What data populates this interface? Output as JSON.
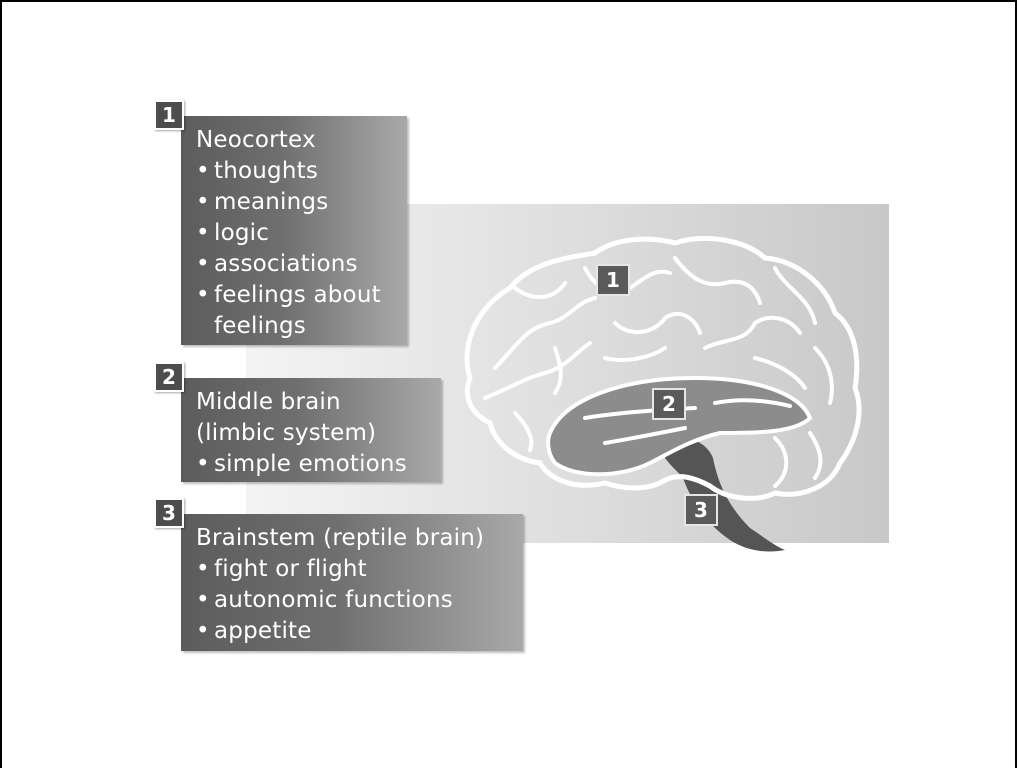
{
  "sections": [
    {
      "number": "1",
      "title": "Neocortex",
      "items": [
        "thoughts",
        "meanings",
        "logic",
        "associations",
        "feelings about",
        "feelings"
      ]
    },
    {
      "number": "2",
      "title": "Middle brain",
      "subtitle": "(limbic system)",
      "items": [
        "simple emotions"
      ]
    },
    {
      "number": "3",
      "title": "Brainstem (reptile brain)",
      "items": [
        "fight or flight",
        "autonomic functions",
        "appetite"
      ]
    }
  ],
  "brain_labels": [
    "1",
    "2",
    "3"
  ],
  "bullet_char": "•",
  "colors": {
    "card_dark": "#5c5c5c",
    "card_light": "#a9a9a9",
    "brain_outline": "#ffffff",
    "limbic_fill": "#8a8a8a",
    "brainstem_fill": "#555555"
  }
}
